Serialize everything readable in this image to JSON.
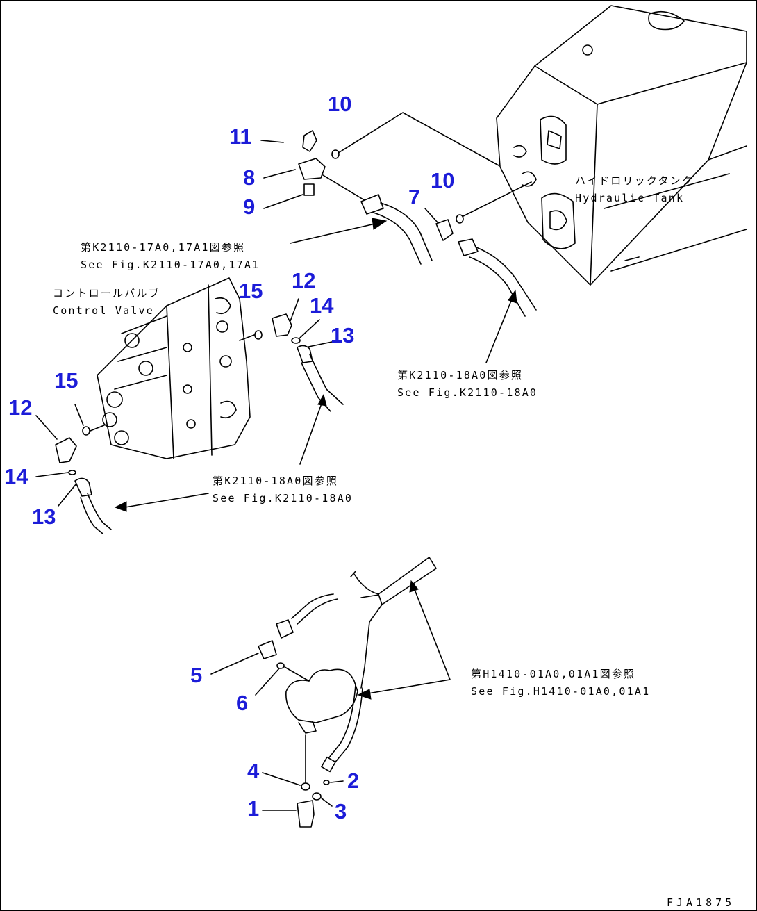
{
  "callouts": {
    "c10a": "10",
    "c11": "11",
    "c8": "8",
    "c9": "9",
    "c10b": "10",
    "c7": "7",
    "c12a": "12",
    "c15a": "15",
    "c14a": "14",
    "c13a": "13",
    "c15b": "15",
    "c12b": "12",
    "c14b": "14",
    "c13b": "13",
    "c5": "5",
    "c6": "6",
    "c4": "4",
    "c2": "2",
    "c1": "1",
    "c3": "3"
  },
  "references": {
    "hydraulic_tank": {
      "jp": "ハイドロリックタンク",
      "en": "Hydraulic Tank"
    },
    "control_valve": {
      "jp": "コントロールバルブ",
      "en": "Control Valve"
    },
    "ref_17a0": {
      "jp": "第K2110-17A0,17A1図参照",
      "en": "See Fig.K2110-17A0,17A1"
    },
    "ref_18a0_upper": {
      "jp": "第K2110-18A0図参照",
      "en": "See Fig.K2110-18A0"
    },
    "ref_18a0_lower": {
      "jp": "第K2110-18A0図参照",
      "en": "See Fig.K2110-18A0"
    },
    "ref_h1410": {
      "jp": "第H1410-01A0,01A1図参照",
      "en": "See Fig.H1410-01A0,01A1"
    }
  },
  "drawing_code": "FJA1875"
}
